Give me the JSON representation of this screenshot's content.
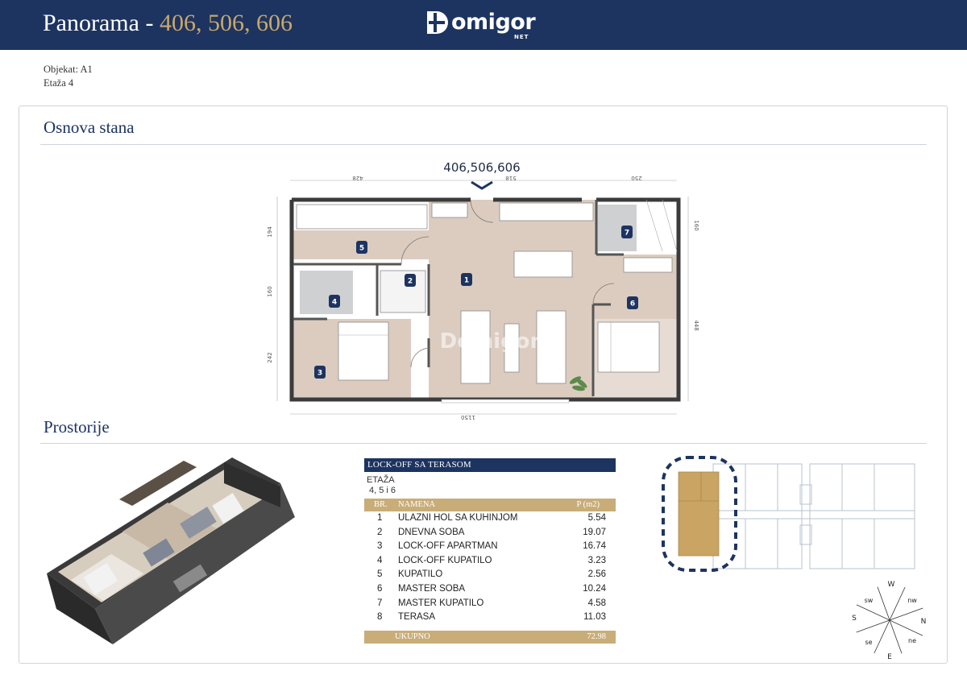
{
  "header": {
    "project": "Panorama - ",
    "units": "406, 506, 606",
    "logo_text": "omigor",
    "logo_net": "NET"
  },
  "meta": {
    "objekat": "Objekat: A1",
    "etaza": "Etaža 4"
  },
  "sections": {
    "plan_title": "Osnova stana",
    "rooms_title": "Prostorije"
  },
  "plan": {
    "unit_label": "406,506,606",
    "dim_top": [
      "428",
      "518",
      "250"
    ],
    "dim_left": [
      "194",
      "160",
      "242"
    ],
    "dim_right": [
      "160",
      "448"
    ],
    "dim_bottom": "1150",
    "room_markers": [
      "1",
      "2",
      "3",
      "4",
      "5",
      "6",
      "7"
    ],
    "watermark": "Domigor"
  },
  "table": {
    "heading": "LOCK-OFF SA TERASOM",
    "etaza_label": "ETAŽA",
    "etaza_value": "4, 5 i 6",
    "col_no": "BR.",
    "col_name": "NAMENA",
    "col_area": "P (m2)",
    "rows": [
      {
        "no": "1",
        "name": "ULAZNI HOL SA KUHINJOM",
        "area": "5.54"
      },
      {
        "no": "2",
        "name": "DNEVNA SOBA",
        "area": "19.07"
      },
      {
        "no": "3",
        "name": "LOCK-OFF APARTMAN",
        "area": "16.74"
      },
      {
        "no": "4",
        "name": "LOCK-OFF KUPATILO",
        "area": "3.23"
      },
      {
        "no": "5",
        "name": "KUPATILO",
        "area": "2.56"
      },
      {
        "no": "6",
        "name": "MASTER SOBA",
        "area": "10.24"
      },
      {
        "no": "7",
        "name": "MASTER KUPATILO",
        "area": "4.58"
      },
      {
        "no": "8",
        "name": "TERASA",
        "area": "11.03"
      }
    ],
    "total_label": "UKUPNO",
    "total_value": "72.98"
  },
  "compass": {
    "n": "N",
    "s": "S",
    "e": "E",
    "w": "W",
    "ne": "ne",
    "nw": "nw",
    "se": "se",
    "sw": "sw"
  },
  "colors": {
    "navy": "#1d3461",
    "gold": "#c9a86a",
    "floor": "#dcccc0",
    "highlight": "#c9a462"
  }
}
